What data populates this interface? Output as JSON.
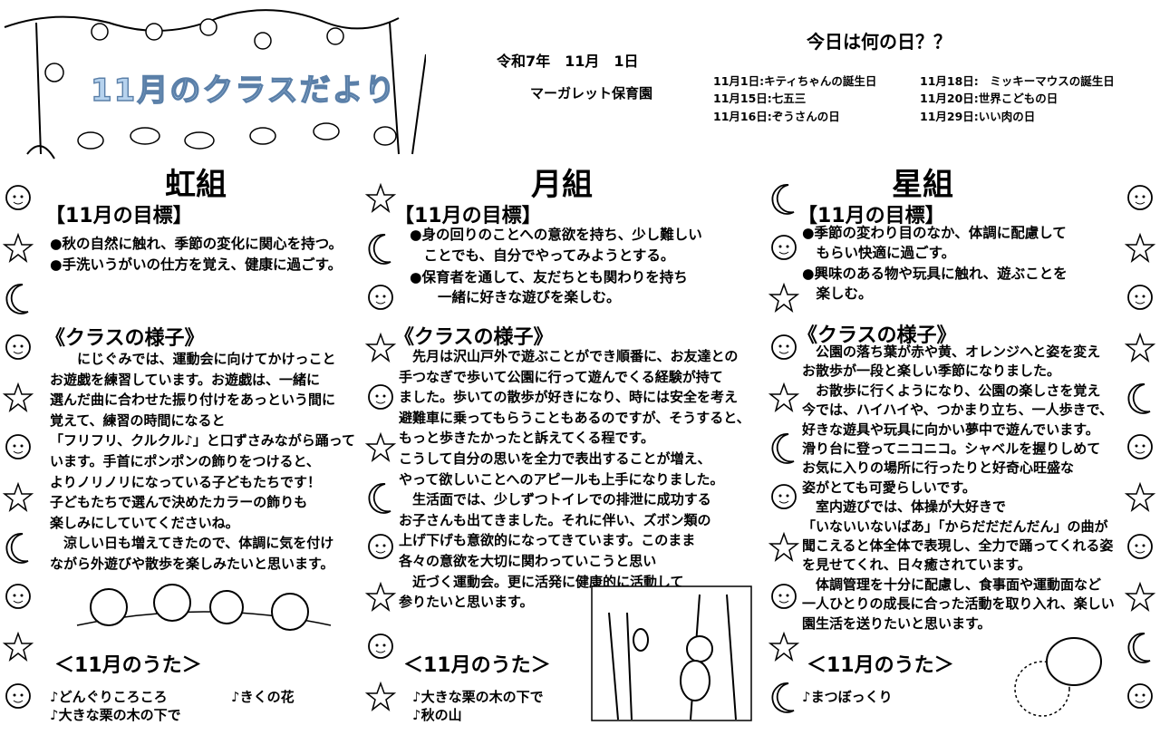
{
  "header": {
    "newsletter_title": "11月のクラスだより",
    "date": "令和7年　11月　1日",
    "school_name": "マーガレット保育園"
  },
  "today": {
    "title": "今日は何の日？？",
    "events": [
      "11月1日:キティちゃんの誕生日",
      "11月15日:七五三",
      "11月16日:ぞうさんの日",
      "11月18日:　ミッキーマウスの誕生日",
      "11月20日:世界こどもの日",
      "11月29日:いい肉の日"
    ]
  },
  "classes": [
    {
      "name": "虹組",
      "goal_heading": "【11月の目標】",
      "goal_lines": [
        "●秋の自然に触れ、季節の変化に関心を持つ。",
        "●手洗いうがいの仕方を覚え、健康に過ごす。"
      ],
      "section_heading": "《クラスの様子》",
      "body_lines": [
        "　　にじぐみでは、運動会に向けてかけっこと",
        "お遊戯を練習しています。お遊戯は、一緒に",
        "選んだ曲に合わせた振り付けをあっという間に",
        "覚えて、練習の時間になると",
        "「フリフリ、クルクル♪」と口ずさみながら踊って",
        "います。手首にポンポンの飾りをつけると、",
        "よりノリノリになっている子どもたちです！",
        "子どもたちで選んで決めたカラーの飾りも",
        "楽しみにしていてくださいね。",
        "　涼しい日も増えてきたので、体調に気を付け",
        "ながら外遊びや散歩を楽しみたいと思います。"
      ],
      "songs_heading": "＜11月のうた＞",
      "songs": [
        "♪どんぐりころころ",
        "♪きくの花",
        "♪大きな栗の木の下で"
      ]
    },
    {
      "name": "月組",
      "goal_heading": "【11月の目標】",
      "goal_lines": [
        "●身の回りのことへの意欲を持ち、少し難しい",
        "　ことでも、自分でやってみようとする。",
        "●保育者を通して、友だちとも関わりを持ち",
        "　　一緒に好きな遊びを楽しむ。"
      ],
      "section_heading": "《クラスの様子》",
      "body_lines": [
        "　先月は沢山戸外で遊ぶことができ順番に、お友達との",
        "手つなぎで歩いて公園に行って遊んでくる経験が持て",
        "ました。歩いての散歩が好きになり、時には安全を考え",
        "避難車に乗ってもらうこともあるのですが、そうすると、",
        "もっと歩きたかったと訴えてくる程です。",
        "こうして自分の思いを全力で表出することが増え、",
        "やって欲しいことへのアピールも上手になりました。",
        "　生活面では、少しずつトイレでの排泄に成功する",
        "お子さんも出てきました。それに伴い、ズボン類の",
        "上げ下げも意欲的になってきています。このまま",
        "各々の意欲を大切に関わっていこうと思い",
        "　近づく運動会。更に活発に健康的に活動して",
        "参りたいと思います。"
      ],
      "songs_heading": "＜11月のうた＞",
      "songs": [
        "♪大きな栗の木の下で",
        "♪秋の山"
      ]
    },
    {
      "name": "星組",
      "goal_heading": "【11月の目標】",
      "goal_lines": [
        "●季節の変わり目のなか、体調に配慮して",
        "　もらい快適に過ごす。",
        "●興味のある物や玩具に触れ、遊ぶことを",
        "　楽しむ。"
      ],
      "section_heading": "《クラスの様子》",
      "body_lines": [
        "　公園の落ち葉が赤や黄、オレンジへと姿を変え",
        "お散歩が一段と楽しい季節になりました。",
        "　お散歩に行くようになり、公園の楽しさを覚え",
        "今では、ハイハイや、つかまり立ち、一人歩きで、",
        "好きな遊具や玩具に向かい夢中で遊んでいます。",
        "滑り台に登ってニコニコ。シャベルを握りしめて",
        "お気に入りの場所に行ったりと好奇心旺盛な",
        "姿がとても可愛らしいです。",
        "　室内遊びでは、体操が大好きで",
        "「いないいないばあ」「からだだだんだん」の曲が",
        "聞こえると体全体で表現し、全力で踊ってくれる姿",
        "を見せてくれ、日々癒されています。",
        "　体調管理を十分に配慮し、食事面や運動面など",
        "一人ひとりの成長に合った活動を取り入れ、楽しい",
        "園生活を送りたいと思います。"
      ],
      "songs_heading": "＜11月のうた＞",
      "songs": [
        "♪まつぼっくり"
      ]
    }
  ]
}
